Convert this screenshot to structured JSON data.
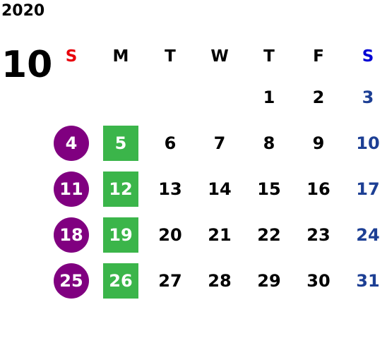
{
  "header": {
    "year": "2020",
    "month": "10"
  },
  "colors": {
    "text": "#000000",
    "sunday_header": "#e8000b",
    "saturday_header": "#0000d4",
    "saturday_date": "#1d3f94",
    "sunday_highlight_bg": "#800080",
    "monday_highlight_bg": "#3bb54a",
    "highlight_text": "#ffffff"
  },
  "weekdays": [
    "S",
    "M",
    "T",
    "W",
    "T",
    "F",
    "S"
  ],
  "weeks": [
    [
      "",
      "",
      "",
      "",
      "1",
      "2",
      "3"
    ],
    [
      "4",
      "5",
      "6",
      "7",
      "8",
      "9",
      "10"
    ],
    [
      "11",
      "12",
      "13",
      "14",
      "15",
      "16",
      "17"
    ],
    [
      "18",
      "19",
      "20",
      "21",
      "22",
      "23",
      "24"
    ],
    [
      "25",
      "26",
      "27",
      "28",
      "29",
      "30",
      "31"
    ]
  ]
}
